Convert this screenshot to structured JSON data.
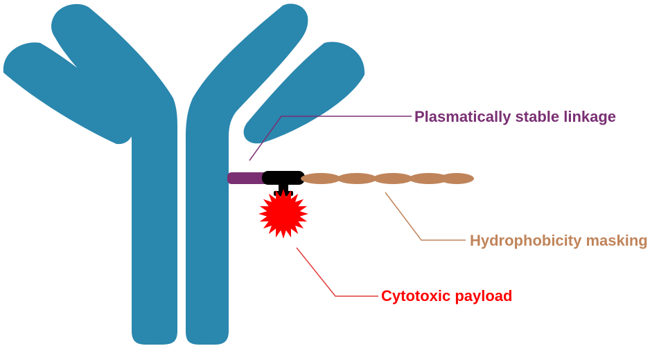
{
  "labels": {
    "linkage": "Plasmatically stable linkage",
    "masking": "Hydrophobicity masking",
    "payload": "Cytotoxic payload"
  },
  "colors": {
    "antibody": "#2a87ae",
    "linkage": "#7a2f73",
    "connector": "#000000",
    "masking": "#c0845a",
    "payload": "#ff0000",
    "leader_line_linkage": "#7a2f73",
    "leader_line_masking": "#c0845a",
    "leader_line_payload": "#e23b3b"
  },
  "icons": {
    "antibody": "antibody-y-shape-icon",
    "payload": "starburst-icon"
  }
}
